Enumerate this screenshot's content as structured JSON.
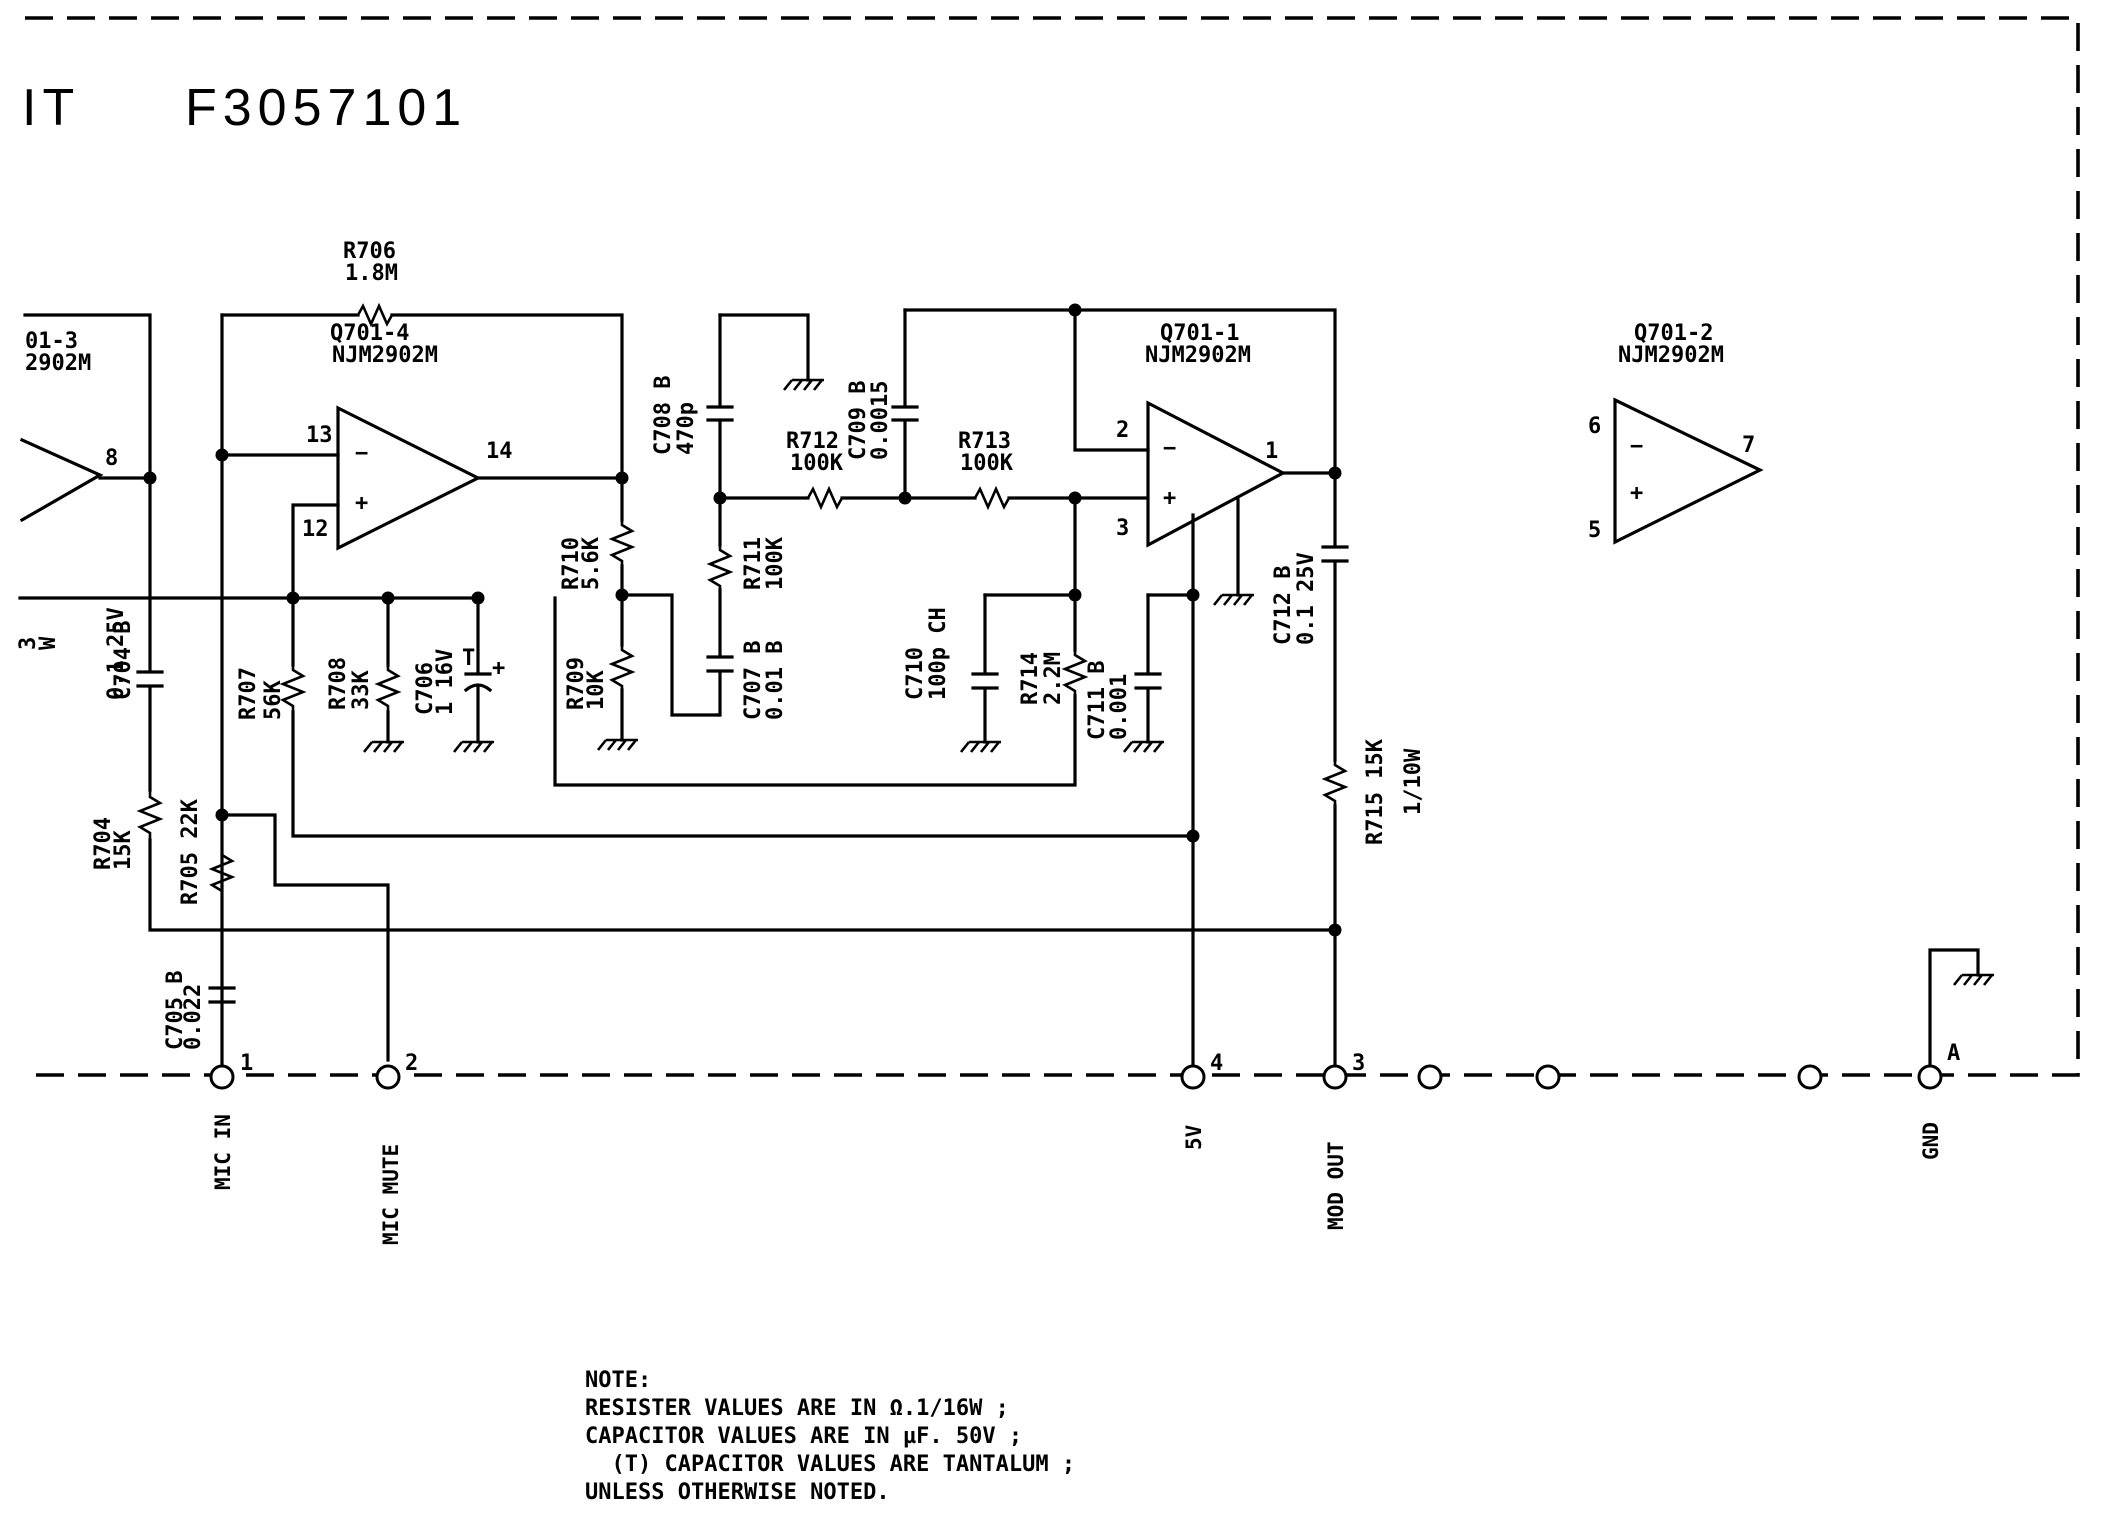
{
  "title": {
    "left": "IT",
    "code": "F3057101"
  },
  "opamps": {
    "q701_4": {
      "name": "Q701-4",
      "part": "NJM2902M",
      "pin_inv": "13",
      "pin_noninv": "12",
      "pin_out": "14"
    },
    "q701_1": {
      "name": "Q701-1",
      "part": "NJM2902M",
      "pin_inv": "2",
      "pin_noninv": "3",
      "pin_out": "1"
    },
    "q701_2": {
      "name": "Q701-2",
      "part": "NJM2902M",
      "pin_inv": "6",
      "pin_noninv": "5",
      "pin_out": "7"
    },
    "q701_3": {
      "name": "01-3",
      "part": "2902M",
      "pin_out": "8"
    }
  },
  "symbols": {
    "minus": "−",
    "plus": "+",
    "tantalum": "T"
  },
  "components": {
    "r706": [
      "R706",
      "1.8M"
    ],
    "r710": [
      "R710",
      "5.6K"
    ],
    "r709": [
      "R709",
      "10K"
    ],
    "r707": [
      "R707",
      "56K"
    ],
    "r708": [
      "R708",
      "33K"
    ],
    "c706": [
      "C706",
      "1 16V"
    ],
    "c704": [
      "C704 B",
      "0.1 25V"
    ],
    "r704": [
      "R704",
      "15K"
    ],
    "r705": [
      "R705 22K",
      ""
    ],
    "c705": [
      "C705 B",
      "0.022"
    ],
    "c708": [
      "C708 B",
      "470p"
    ],
    "c709": [
      "C709 B",
      "0.0015"
    ],
    "r711": [
      "R711",
      "100K"
    ],
    "c707": [
      "C707 B",
      "0.01 B"
    ],
    "r712": [
      "R712",
      "100K"
    ],
    "r713": [
      "R713",
      "100K"
    ],
    "c710": [
      "C710",
      "100p CH"
    ],
    "r714": [
      "R714",
      "2.2M"
    ],
    "c711": [
      "C711 B",
      "0.001"
    ],
    "c712": [
      "C712 B",
      "0.1 25V"
    ],
    "r715": [
      "R715 15K",
      "1/10W"
    ],
    "partial_left": [
      "3",
      "W"
    ]
  },
  "terminals": [
    {
      "pin": "1",
      "label": "MIC IN"
    },
    {
      "pin": "2",
      "label": "MIC MUTE"
    },
    {
      "pin": "4",
      "label": "5V"
    },
    {
      "pin": "3",
      "label": "MOD OUT"
    },
    {
      "pin": "A",
      "label": "GND"
    }
  ],
  "note": [
    "NOTE:",
    "RESISTER  VALUES ARE IN Ω.1/16W ;",
    "CAPACITOR VALUES ARE IN µF. 50V ;",
    "  (T) CAPACITOR VALUES ARE TANTALUM ;",
    "UNLESS OTHERWISE NOTED."
  ]
}
